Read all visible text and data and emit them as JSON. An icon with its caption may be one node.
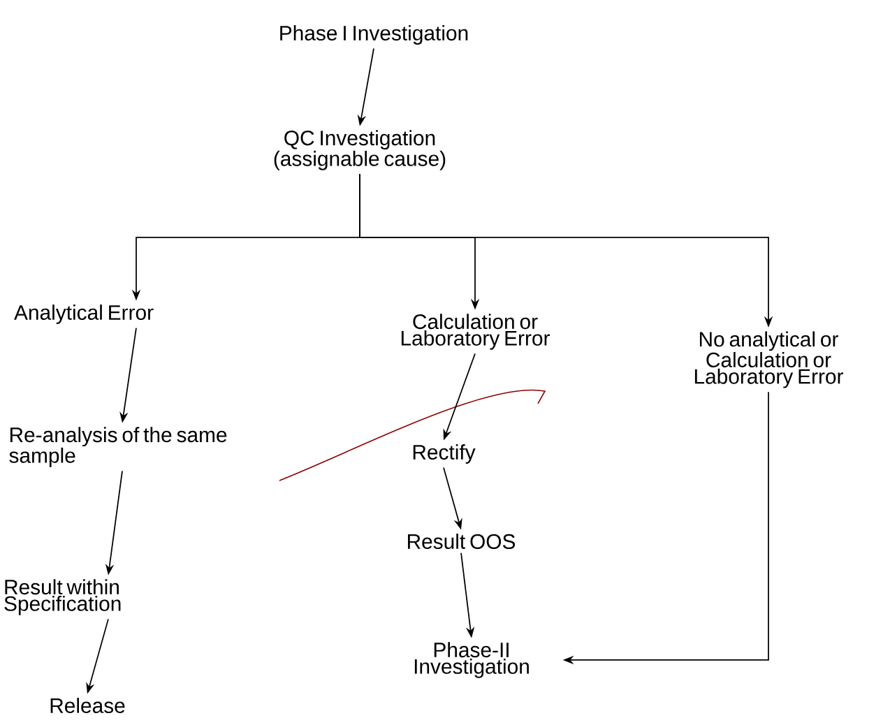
{
  "diagram": {
    "nodes": [
      {
        "text": [
          "Phase I Investigation"
        ]
      },
      {
        "text": [
          "QC Investigation (assignable cause)"
        ]
      },
      {
        "text": [
          "Analytical Error"
        ]
      },
      {
        "text": [
          "Calculation or Laboratory Error"
        ]
      },
      {
        "text": [
          "No analytical or Calculation or Laboratory Error"
        ]
      },
      {
        "text": [
          "Re-analysis of the same sample"
        ]
      },
      {
        "text": [
          "Rectify"
        ]
      },
      {
        "text": [
          "Result within Specification"
        ]
      },
      {
        "text": [
          "Result OOS"
        ]
      },
      {
        "text": [
          "Release"
        ]
      },
      {
        "text": [
          "Phase-II Investigation"
        ]
      }
    ],
    "edges": [
      {
        "from": 0,
        "to": 1,
        "arrow": "to"
      },
      {
        "from": 1,
        "to": 2,
        "arrow": "to"
      },
      {
        "from": 1,
        "to": 3,
        "arrow": "to"
      },
      {
        "from": 1,
        "to": 4,
        "arrow": "to"
      },
      {
        "from": 2,
        "to": 5,
        "arrow": "to"
      },
      {
        "from": 3,
        "to": 6,
        "arrow": "to"
      },
      {
        "from": 5,
        "to": 7,
        "arrow": "to"
      },
      {
        "from": 6,
        "to": 8,
        "arrow": "to"
      },
      {
        "from": 7,
        "to": 9,
        "arrow": "to"
      },
      {
        "from": 8,
        "to": 10,
        "arrow": "to"
      },
      {
        "from": 4,
        "to": 10,
        "arrow": "to"
      }
    ]
  }
}
